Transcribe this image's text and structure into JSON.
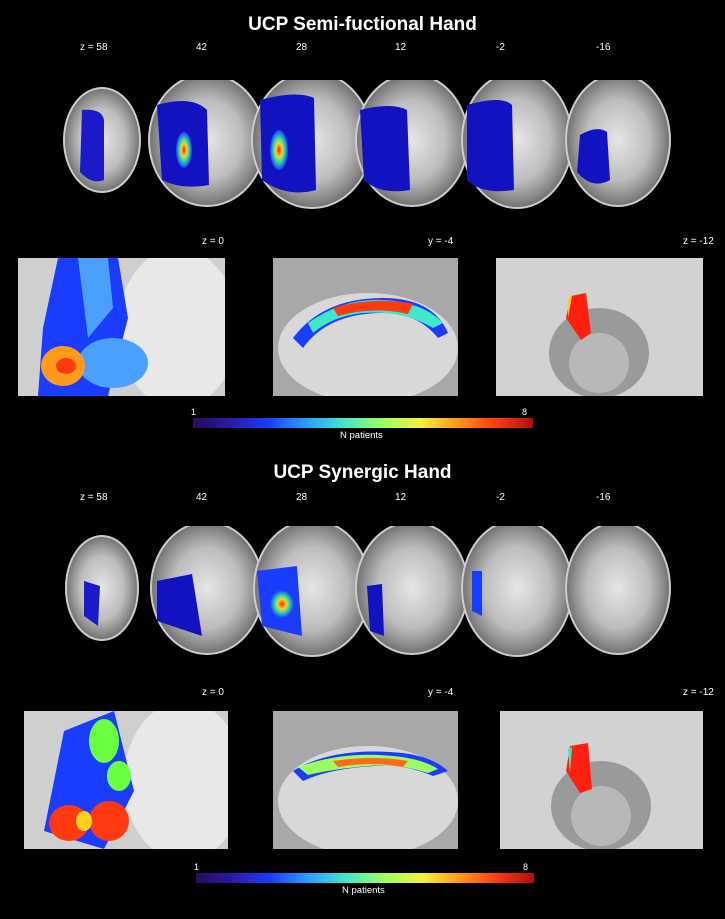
{
  "sections": [
    {
      "title": "UCP Semi-fuctional Hand",
      "axial_labels": [
        "z =   58",
        "42",
        "28",
        "12",
        "-2",
        "-16"
      ],
      "panel_labels": [
        "z = 0",
        "y = -4",
        "z = -12"
      ],
      "colorbar": {
        "min": "1",
        "max": "8",
        "label": "N patients"
      }
    },
    {
      "title": "UCP Synergic Hand",
      "axial_labels": [
        "z =   58",
        "42",
        "28",
        "12",
        "-2",
        "-16"
      ],
      "panel_labels": [
        "z = 0",
        "y = -4",
        "z = -12"
      ],
      "colorbar": {
        "min": "1",
        "max": "8",
        "label": "N patients"
      }
    }
  ],
  "colors": {
    "background": "#000000",
    "min_color": "#2a0a5a",
    "max_color": "#b20d0d"
  }
}
